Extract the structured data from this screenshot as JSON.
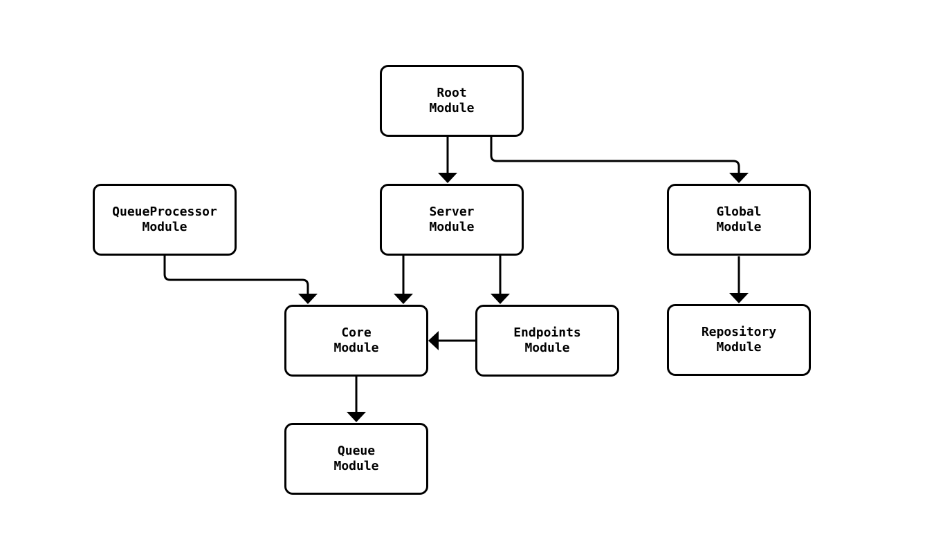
{
  "canvas": {
    "background_color": "#ffffff",
    "line_color": "#000000",
    "box_fill_color": "#ffffff"
  },
  "diagram": {
    "type": "module-dependency-graph",
    "nodes": {
      "root": {
        "label": "Root\nModule"
      },
      "queueproc": {
        "label": "QueueProcessor\nModule"
      },
      "server": {
        "label": "Server\nModule"
      },
      "global": {
        "label": "Global\nModule"
      },
      "core": {
        "label": "Core\nModule"
      },
      "endpoints": {
        "label": "Endpoints\nModule"
      },
      "repository": {
        "label": "Repository\nModule"
      },
      "queue": {
        "label": "Queue\nModule"
      }
    },
    "edges": [
      {
        "from": "Root Module",
        "to": "Server Module"
      },
      {
        "from": "Root Module",
        "to": "Global Module"
      },
      {
        "from": "QueueProcessor Module",
        "to": "Core Module"
      },
      {
        "from": "Server Module",
        "to": "Core Module"
      },
      {
        "from": "Server Module",
        "to": "Endpoints Module"
      },
      {
        "from": "Endpoints Module",
        "to": "Core Module"
      },
      {
        "from": "Global Module",
        "to": "Repository Module"
      },
      {
        "from": "Core Module",
        "to": "Queue Module"
      }
    ]
  }
}
